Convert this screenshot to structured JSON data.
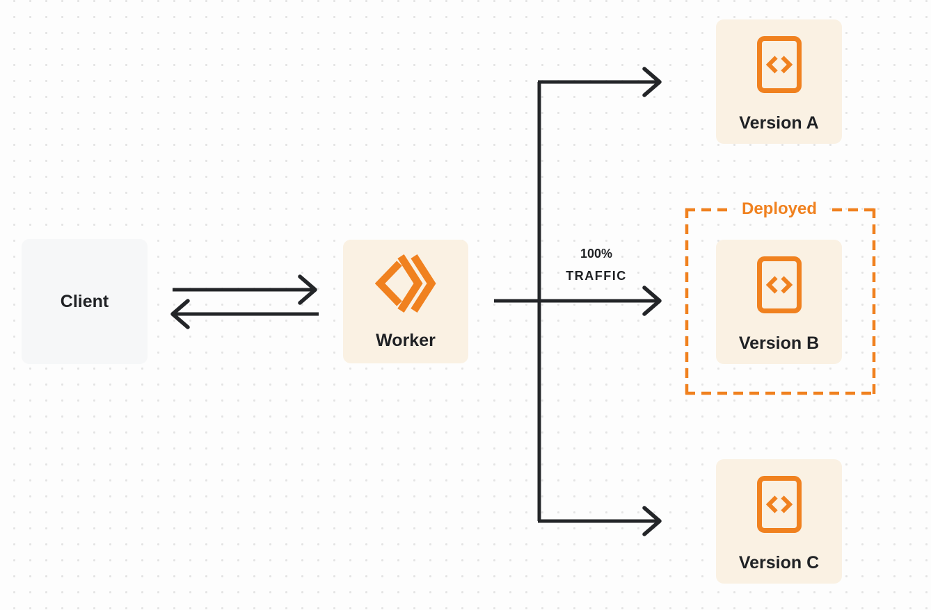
{
  "colors": {
    "accent_orange": "#F0811F",
    "line_dark": "#232528",
    "label_dark": "#1F2124",
    "node_cream_bg": "#FAF1E3",
    "node_gray_bg": "#F6F7F8",
    "canvas_bg": "#FDFDFD",
    "dot_grid": "#E4E4E4"
  },
  "nodes": {
    "client": {
      "label": "Client"
    },
    "worker": {
      "label": "Worker",
      "icon": "workers-logo-icon"
    },
    "version_a": {
      "label": "Version A",
      "icon": "code-file-icon"
    },
    "version_b": {
      "label": "Version B",
      "icon": "code-file-icon"
    },
    "version_c": {
      "label": "Version C",
      "icon": "code-file-icon"
    }
  },
  "annotations": {
    "deployed_badge": {
      "label": "Deployed"
    },
    "traffic_label": {
      "line1": "100%",
      "line2": "TRAFFIC"
    }
  },
  "edges": [
    {
      "from": "client",
      "to": "worker",
      "type": "arrow",
      "direction": "right"
    },
    {
      "from": "worker",
      "to": "client",
      "type": "arrow",
      "direction": "left"
    },
    {
      "from": "worker",
      "to": "version_a",
      "type": "arrow"
    },
    {
      "from": "worker",
      "to": "version_b",
      "type": "arrow",
      "label": "100% TRAFFIC"
    },
    {
      "from": "worker",
      "to": "version_c",
      "type": "arrow"
    }
  ]
}
